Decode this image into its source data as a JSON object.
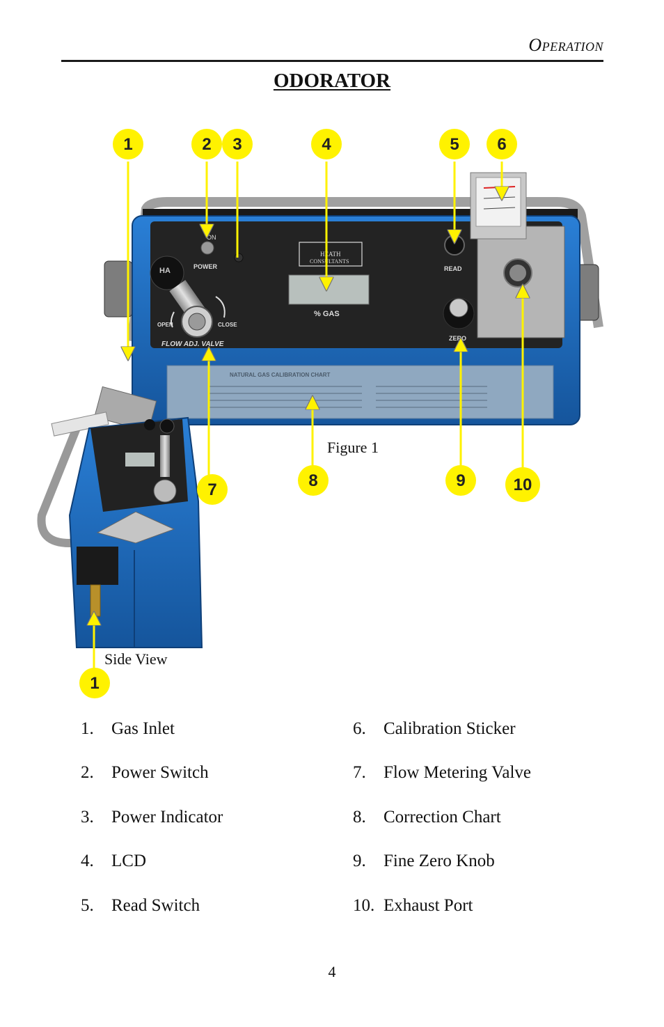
{
  "header": {
    "section_initial": "O",
    "section_rest": "PERATION"
  },
  "title": "ODORATOR",
  "figure": {
    "caption": "Figure 1",
    "side_view_caption": "Side View",
    "device": {
      "brand_line1": "HEATH",
      "brand_line2": "CONSULTANTS",
      "power_on": "ON",
      "power_label": "POWER",
      "lcd_label": "% GAS",
      "read_label": "READ",
      "zero_label": "ZERO",
      "open_label": "OPEN",
      "close_label": "CLOSE",
      "valve_label": "FLOW ADJ. VALVE",
      "chart_title": "NATURAL GAS CALIBRATION CHART"
    },
    "callouts": [
      "1",
      "2",
      "3",
      "4",
      "5",
      "6",
      "7",
      "8",
      "9",
      "10",
      "1"
    ]
  },
  "legend_left": [
    {
      "num": "1.",
      "label": "Gas Inlet"
    },
    {
      "num": "2.",
      "label": "Power Switch"
    },
    {
      "num": "3.",
      "label": "Power Indicator"
    },
    {
      "num": "4.",
      "label": "LCD"
    },
    {
      "num": "5.",
      "label": "Read Switch"
    }
  ],
  "legend_right": [
    {
      "num": "6.",
      "label": "Calibration Sticker"
    },
    {
      "num": "7.",
      "label": "Flow Metering Valve"
    },
    {
      "num": "8.",
      "label": "Correction Chart"
    },
    {
      "num": "9.",
      "label": "Fine Zero Knob"
    },
    {
      "num": "10.",
      "label": "Exhaust Port"
    }
  ],
  "page_number": "4",
  "colors": {
    "callout": "#fff200",
    "device_blue": "#1f6fc4",
    "panel": "#222222"
  }
}
